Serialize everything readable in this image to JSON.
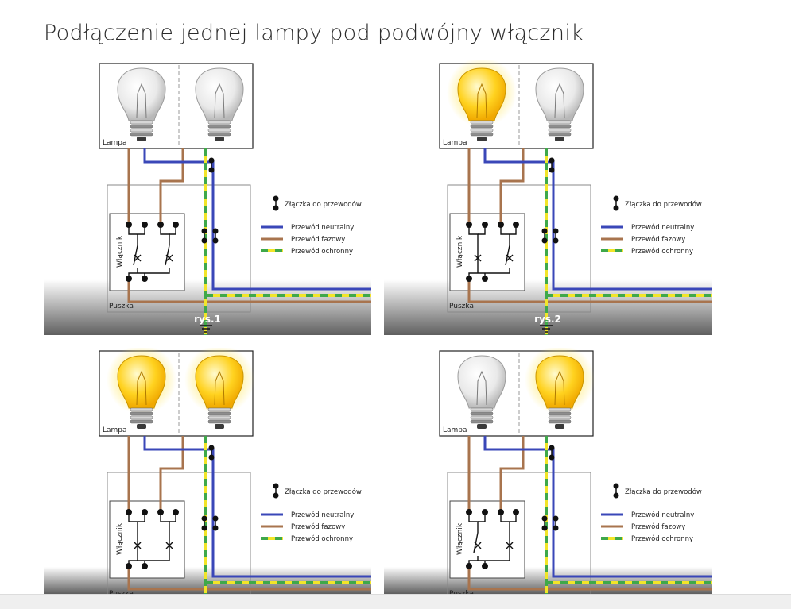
{
  "title": "Podłączenie jednej lampy pod podwójny włącznik",
  "labels": {
    "lamp": "Lampa",
    "switch": "Włącznik",
    "box": "Puszka",
    "connector": "Złączka do przewodów"
  },
  "legend": [
    {
      "label": "Przewód neutralny",
      "color": "#3a47b8"
    },
    {
      "label": "Przewód fazowy",
      "color": "#a8744e"
    },
    {
      "label": "Przewód ochronny",
      "color": "#f2e529"
    }
  ],
  "colors": {
    "neutral": "#3a47b8",
    "phase": "#a8744e",
    "protective_yellow": "#f2e529",
    "protective_green": "#3fa84a",
    "bulb_on": "#ffd21f",
    "bulb_off": "#e9e9e9"
  },
  "panels": [
    {
      "caption": "rys.1",
      "left_on": false,
      "right_on": false
    },
    {
      "caption": "rys.2",
      "left_on": true,
      "right_on": false
    },
    {
      "caption": "",
      "left_on": true,
      "right_on": true
    },
    {
      "caption": "",
      "left_on": false,
      "right_on": true
    }
  ]
}
